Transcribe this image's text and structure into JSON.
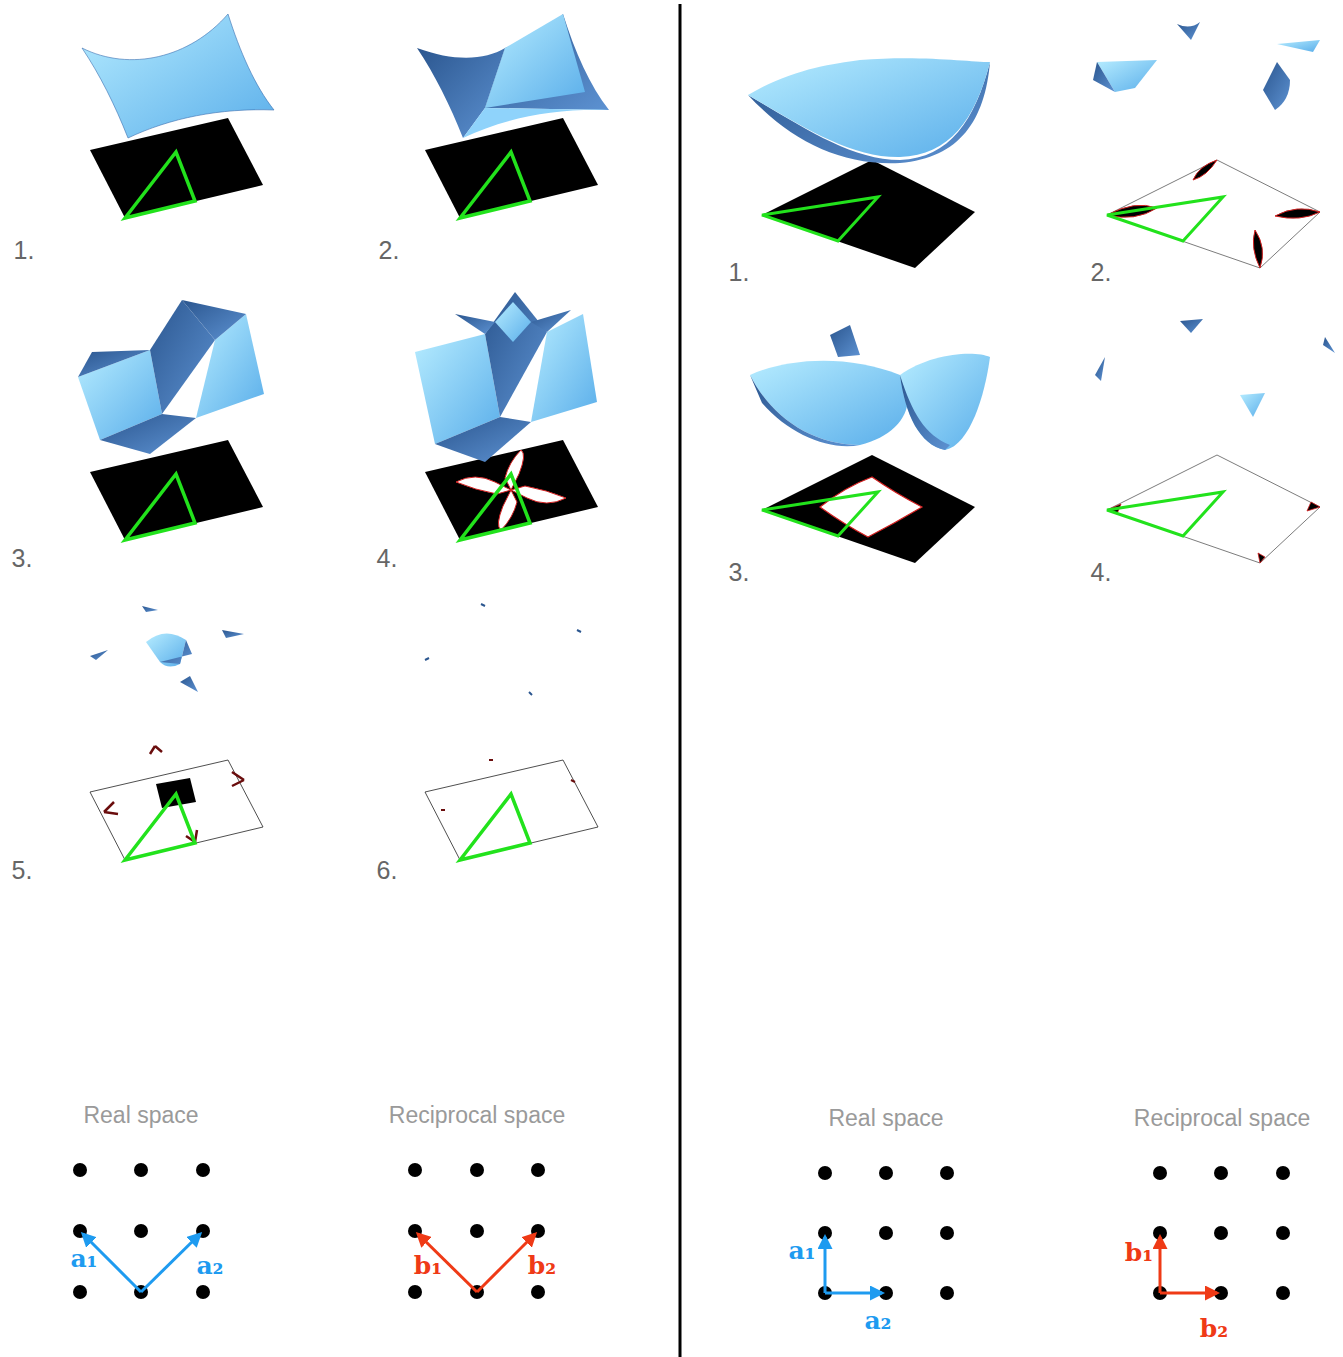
{
  "diagram": {
    "labels": [
      "1.",
      "2.",
      "3.",
      "4.",
      "5.",
      "6.",
      "1.",
      "2.",
      "3.",
      "4.",
      "Real space",
      "Reciprocal space",
      "Real space",
      "Reciprocal space",
      "a₁",
      "a₂",
      "b₁",
      "b₂",
      "a₁",
      "a₂",
      "b₁",
      "b₂"
    ]
  }
}
